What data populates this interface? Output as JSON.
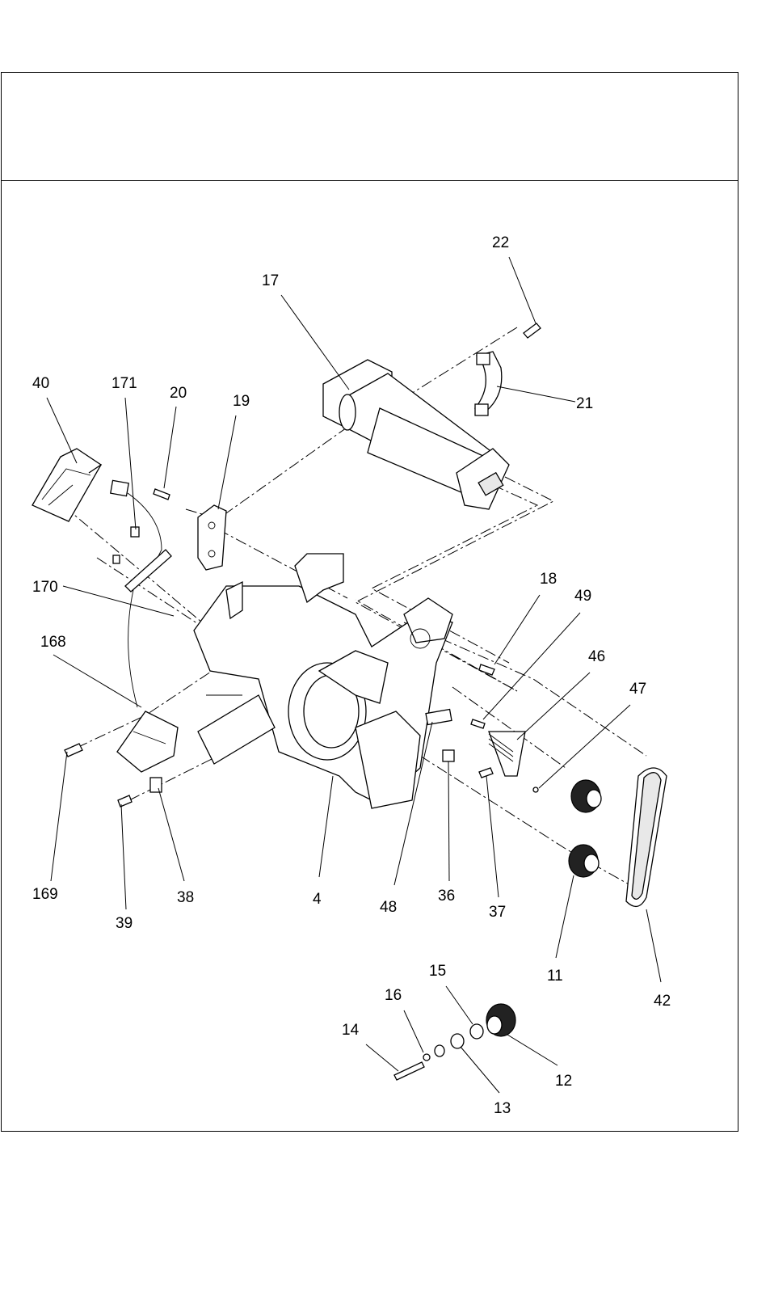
{
  "diagram": {
    "labels": [
      {
        "id": "22",
        "text": "22"
      },
      {
        "id": "17",
        "text": "17"
      },
      {
        "id": "40",
        "text": "40"
      },
      {
        "id": "171",
        "text": "171"
      },
      {
        "id": "20",
        "text": "20"
      },
      {
        "id": "19",
        "text": "19"
      },
      {
        "id": "21",
        "text": "21"
      },
      {
        "id": "170",
        "text": "170"
      },
      {
        "id": "18",
        "text": "18"
      },
      {
        "id": "49",
        "text": "49"
      },
      {
        "id": "46",
        "text": "46"
      },
      {
        "id": "168",
        "text": "168"
      },
      {
        "id": "47",
        "text": "47"
      },
      {
        "id": "169",
        "text": "169"
      },
      {
        "id": "38",
        "text": "38"
      },
      {
        "id": "39",
        "text": "39"
      },
      {
        "id": "4",
        "text": "4"
      },
      {
        "id": "48",
        "text": "48"
      },
      {
        "id": "36",
        "text": "36"
      },
      {
        "id": "37",
        "text": "37"
      },
      {
        "id": "11",
        "text": "11"
      },
      {
        "id": "42",
        "text": "42"
      },
      {
        "id": "15",
        "text": "15"
      },
      {
        "id": "16",
        "text": "16"
      },
      {
        "id": "14",
        "text": "14"
      },
      {
        "id": "12",
        "text": "12"
      },
      {
        "id": "13",
        "text": "13"
      }
    ]
  }
}
